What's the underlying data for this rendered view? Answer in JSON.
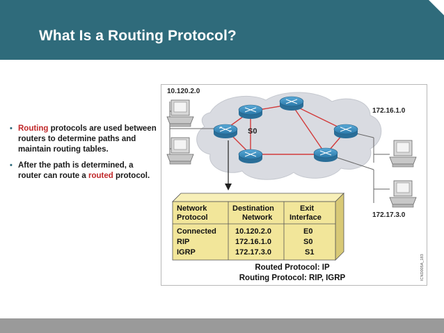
{
  "slide": {
    "title": "What Is a Routing Protocol?"
  },
  "bullets": [
    {
      "lead": "Routing",
      "rest": " protocols are used between routers to determine paths and maintain routing tables."
    },
    {
      "before": "After the path is determined, a router can route a ",
      "highlight": "routed",
      "after": " protocol."
    }
  ],
  "diagram": {
    "networks": {
      "top_left": "10.120.2.0",
      "right_top": "172.16.1.0",
      "right_bottom": "172.17.3.0"
    },
    "interface_label": "S0",
    "table": {
      "headers": [
        "Network\nProtocol",
        "Destination\nNetwork",
        "Exit\nInterface"
      ],
      "rows": [
        [
          "Connected",
          "10.120.2.0",
          "E0"
        ],
        [
          "RIP",
          "172.16.1.0",
          "S0"
        ],
        [
          "IGRP",
          "172.17.3.0",
          "S1"
        ]
      ]
    },
    "routed_protocol": "Routed Protocol: IP",
    "routing_protocol": "Routing Protocol: RIP, IGRP",
    "figure_code": "ICND005A_183"
  },
  "colors": {
    "title_bar": "#2f6b7b",
    "accent_red": "#c0282a",
    "router_blue": "#3b8fc0",
    "table_yellow": "#f2e69a",
    "cloud": "#d9dbe1"
  }
}
